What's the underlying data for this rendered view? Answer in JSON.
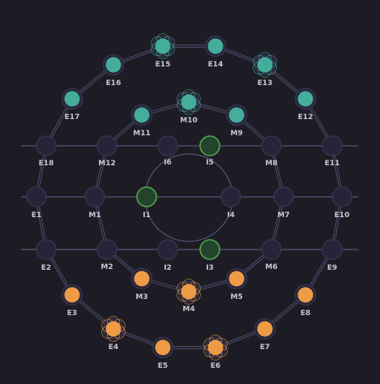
{
  "colors": {
    "background": "#1d1c24",
    "edge": "#55547a",
    "node_fill": "#252438",
    "node_ring": "#35344e",
    "label": "#c9c8d6",
    "teal_piece": "#45ad9b",
    "orange_piece": "#ee9b45",
    "green_piece": "#22442a",
    "green_ring": "#4e9a4c"
  },
  "board": {
    "nodes": [
      {
        "id": "E1",
        "label": "E1",
        "state": "empty"
      },
      {
        "id": "E2",
        "label": "E2",
        "state": "empty"
      },
      {
        "id": "E3",
        "label": "E3",
        "state": "orange"
      },
      {
        "id": "E4",
        "label": "E4",
        "state": "orange-highlight"
      },
      {
        "id": "E5",
        "label": "E5",
        "state": "orange"
      },
      {
        "id": "E6",
        "label": "E6",
        "state": "orange-highlight"
      },
      {
        "id": "E7",
        "label": "E7",
        "state": "orange"
      },
      {
        "id": "E8",
        "label": "E8",
        "state": "orange"
      },
      {
        "id": "E9",
        "label": "E9",
        "state": "empty"
      },
      {
        "id": "E10",
        "label": "E10",
        "state": "empty"
      },
      {
        "id": "E11",
        "label": "E11",
        "state": "empty"
      },
      {
        "id": "E12",
        "label": "E12",
        "state": "teal"
      },
      {
        "id": "E13",
        "label": "E13",
        "state": "teal-highlight"
      },
      {
        "id": "E14",
        "label": "E14",
        "state": "teal"
      },
      {
        "id": "E15",
        "label": "E15",
        "state": "teal-highlight"
      },
      {
        "id": "E16",
        "label": "E16",
        "state": "teal"
      },
      {
        "id": "E17",
        "label": "E17",
        "state": "teal"
      },
      {
        "id": "E18",
        "label": "E18",
        "state": "empty"
      },
      {
        "id": "M1",
        "label": "M1",
        "state": "empty"
      },
      {
        "id": "M2",
        "label": "M2",
        "state": "empty"
      },
      {
        "id": "M3",
        "label": "M3",
        "state": "orange"
      },
      {
        "id": "M4",
        "label": "M4",
        "state": "orange-highlight"
      },
      {
        "id": "M5",
        "label": "M5",
        "state": "orange"
      },
      {
        "id": "M6",
        "label": "M6",
        "state": "empty"
      },
      {
        "id": "M7",
        "label": "M7",
        "state": "empty"
      },
      {
        "id": "M8",
        "label": "M8",
        "state": "empty"
      },
      {
        "id": "M9",
        "label": "M9",
        "state": "teal"
      },
      {
        "id": "M10",
        "label": "M10",
        "state": "teal-highlight"
      },
      {
        "id": "M11",
        "label": "M11",
        "state": "teal"
      },
      {
        "id": "M12",
        "label": "M12",
        "state": "empty"
      },
      {
        "id": "I1",
        "label": "I1",
        "state": "green"
      },
      {
        "id": "I2",
        "label": "I2",
        "state": "empty"
      },
      {
        "id": "I3",
        "label": "I3",
        "state": "green"
      },
      {
        "id": "I4",
        "label": "I4",
        "state": "empty"
      },
      {
        "id": "I5",
        "label": "I5",
        "state": "green"
      },
      {
        "id": "I6",
        "label": "I6",
        "state": "empty"
      }
    ]
  }
}
